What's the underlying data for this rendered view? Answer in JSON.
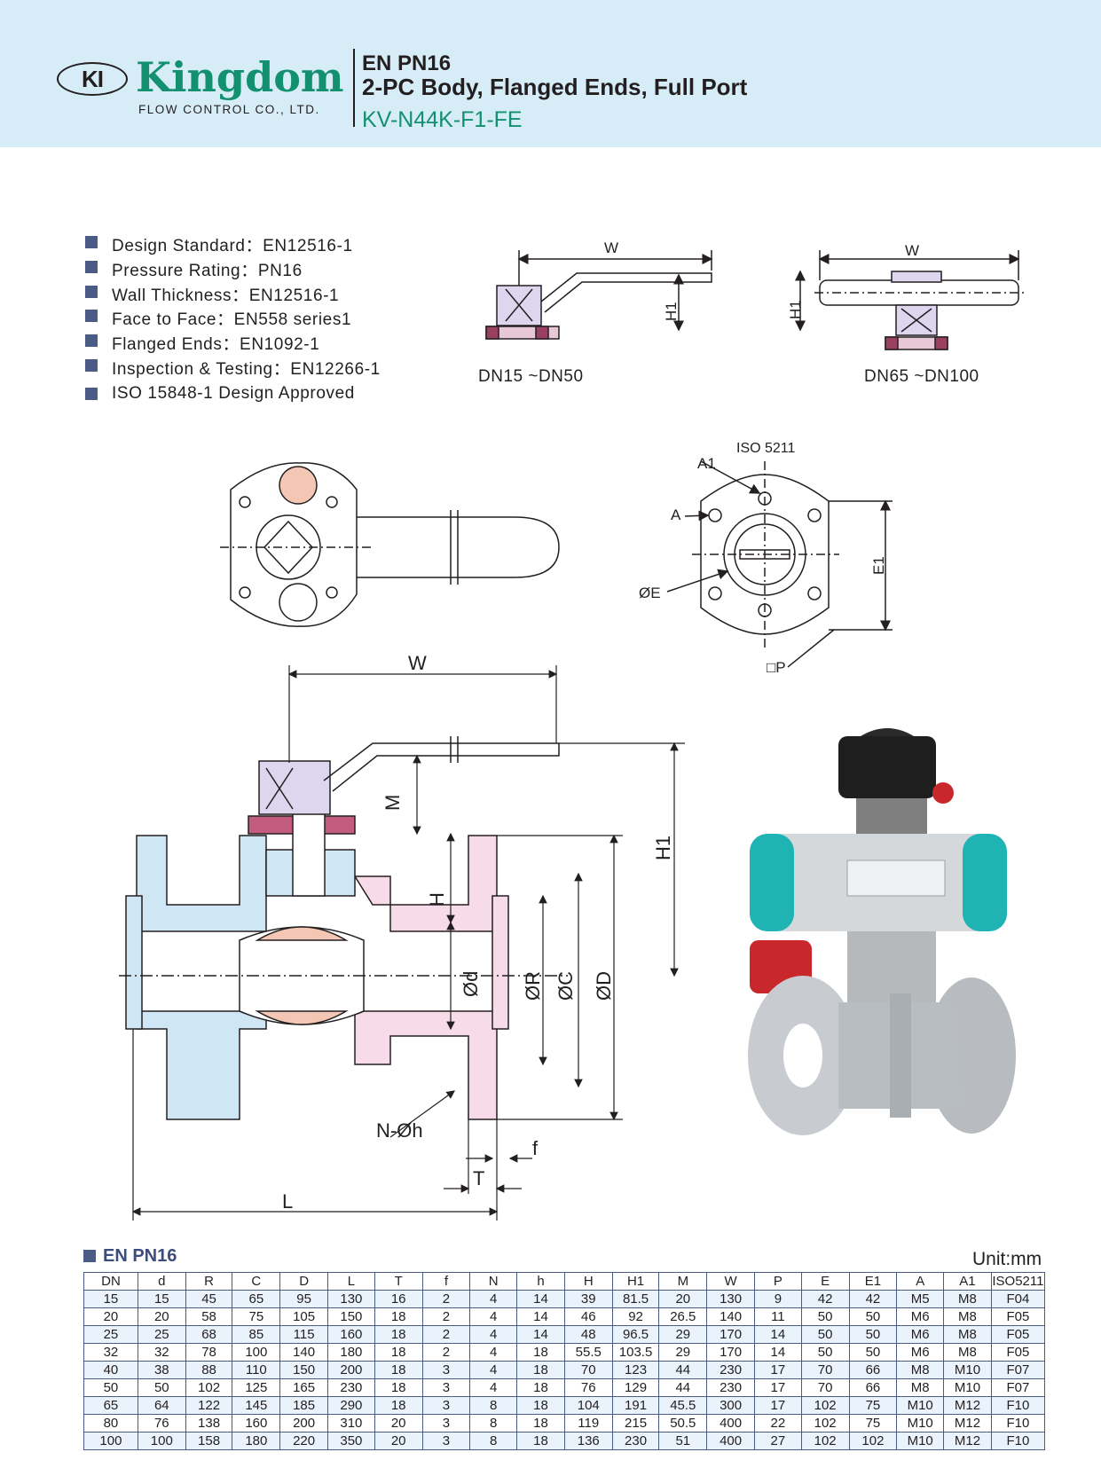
{
  "header": {
    "logo_badge": "KI",
    "logo_name": "Kingdom",
    "logo_sub": "FLOW CONTROL CO., LTD.",
    "standard": "EN PN16",
    "description": "2-PC Body, Flanged Ends, Full Port",
    "model": "KV-N44K-F1-FE",
    "background_color": "#d6ecf7",
    "brand_color": "#12906f"
  },
  "specs": [
    "Design Standard：EN12516-1",
    "Pressure Rating：PN16",
    "Wall Thickness：EN12516-1",
    "Face to Face：EN558 series1",
    "Flanged Ends：EN1092-1",
    "Inspection & Testing：EN12266-1",
    "ISO 15848-1 Design Approved"
  ],
  "diagrams": {
    "small_caption": "DN15 ~DN50",
    "large_caption": "DN65 ~DN100",
    "iso_label": "ISO 5211",
    "labels": {
      "W": "W",
      "H1": "H1",
      "A1": "A1",
      "A": "A",
      "E": "ØE",
      "E1": "E1",
      "P": "□P",
      "M": "M",
      "H": "H",
      "d": "Ød",
      "R": "ØR",
      "C": "ØC",
      "D": "ØD",
      "Nh": "N-Øh",
      "f": "f",
      "T": "T",
      "L": "L"
    }
  },
  "table": {
    "title": "EN PN16",
    "unit": "Unit:mm",
    "headers": [
      "DN",
      "d",
      "R",
      "C",
      "D",
      "L",
      "T",
      "f",
      "N",
      "h",
      "H",
      "H1",
      "M",
      "W",
      "P",
      "E",
      "E1",
      "A",
      "A1",
      "ISO5211"
    ],
    "rows": [
      [
        "15",
        "15",
        "45",
        "65",
        "95",
        "130",
        "16",
        "2",
        "4",
        "14",
        "39",
        "81.5",
        "20",
        "130",
        "9",
        "42",
        "42",
        "M5",
        "M8",
        "F04"
      ],
      [
        "20",
        "20",
        "58",
        "75",
        "105",
        "150",
        "18",
        "2",
        "4",
        "14",
        "46",
        "92",
        "26.5",
        "140",
        "11",
        "50",
        "50",
        "M6",
        "M8",
        "F05"
      ],
      [
        "25",
        "25",
        "68",
        "85",
        "115",
        "160",
        "18",
        "2",
        "4",
        "14",
        "48",
        "96.5",
        "29",
        "170",
        "14",
        "50",
        "50",
        "M6",
        "M8",
        "F05"
      ],
      [
        "32",
        "32",
        "78",
        "100",
        "140",
        "180",
        "18",
        "2",
        "4",
        "18",
        "55.5",
        "103.5",
        "29",
        "170",
        "14",
        "50",
        "50",
        "M6",
        "M8",
        "F05"
      ],
      [
        "40",
        "38",
        "88",
        "110",
        "150",
        "200",
        "18",
        "3",
        "4",
        "18",
        "70",
        "123",
        "44",
        "230",
        "17",
        "70",
        "66",
        "M8",
        "M10",
        "F07"
      ],
      [
        "50",
        "50",
        "102",
        "125",
        "165",
        "230",
        "18",
        "3",
        "4",
        "18",
        "76",
        "129",
        "44",
        "230",
        "17",
        "70",
        "66",
        "M8",
        "M10",
        "F07"
      ],
      [
        "65",
        "64",
        "122",
        "145",
        "185",
        "290",
        "18",
        "3",
        "8",
        "18",
        "104",
        "191",
        "45.5",
        "300",
        "17",
        "102",
        "75",
        "M10",
        "M12",
        "F10"
      ],
      [
        "80",
        "76",
        "138",
        "160",
        "200",
        "310",
        "20",
        "3",
        "8",
        "18",
        "119",
        "215",
        "50.5",
        "400",
        "22",
        "102",
        "75",
        "M10",
        "M12",
        "F10"
      ],
      [
        "100",
        "100",
        "158",
        "180",
        "220",
        "350",
        "20",
        "3",
        "8",
        "18",
        "136",
        "230",
        "51",
        "400",
        "27",
        "102",
        "102",
        "M10",
        "M12",
        "F10"
      ]
    ]
  }
}
